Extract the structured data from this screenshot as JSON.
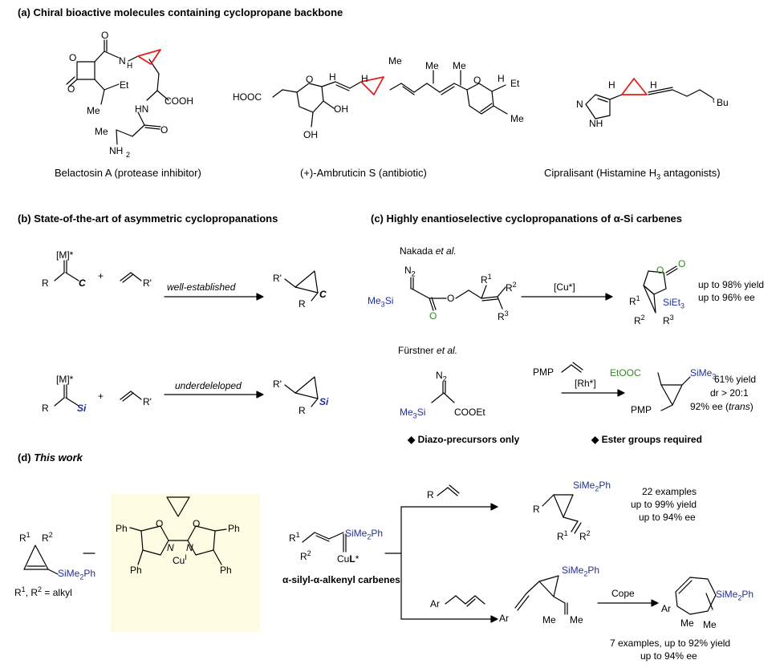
{
  "panel_a": {
    "heading": "(a) Chiral bioactive molecules containing cyclopropane backbone",
    "mol1_caption": "Belactosin A (protease inhibitor)",
    "mol2_caption": "(+)-Ambruticin S (antibiotic)",
    "mol3_caption_pre": "Cipralisant (Histamine H",
    "mol3_caption_sub": "3",
    "mol3_caption_post": " antagonists)",
    "mol1_labels": {
      "o1": "O",
      "o2": "O",
      "o3": "O",
      "o4": "O",
      "nh": "N",
      "h": "H",
      "et": "Et",
      "me": "Me",
      "hn": "HN",
      "cooh": "COOH",
      "me2": "Me",
      "nh2": "NH",
      "two": "2"
    },
    "mol2_labels": {
      "hooc": "HOOC",
      "o1": "O",
      "h1": "H",
      "me": "Me",
      "me2": "Me",
      "me3": "Me",
      "h2": "H",
      "oh1": "OH",
      "oh2": "OH",
      "o2": "O",
      "h3": "H",
      "et": "Et",
      "me4": "Me"
    },
    "mol3_labels": {
      "h1": "H",
      "h2": "H",
      "n1": "N",
      "nh": "NH",
      "tbu_t": "t",
      "tbu": "Bu"
    }
  },
  "panel_b": {
    "heading": "(b) State-of-the-art of asymmetric cyclopropanations",
    "r1_m": "[M]*",
    "r1_r": "R",
    "r1_c": "C",
    "r1_plus": "+",
    "r1_rp": "R'",
    "r1_arrow": "well-established",
    "r1_prod_rp": "R'",
    "r1_prod_r": "R",
    "r1_prod_c": "C",
    "r2_m": "[M]*",
    "r2_r": "R",
    "r2_si": "Si",
    "r2_plus": "+",
    "r2_rp": "R'",
    "r2_arrow": "underdeleloped",
    "r2_prod_rp": "R'",
    "r2_prod_r": "R",
    "r2_prod_si": "Si"
  },
  "panel_c": {
    "heading_pre": "(c) Highly enantioselective cyclopropanations of ",
    "heading_alpha": "α",
    "heading_post": "-Si carbenes",
    "nakada": "Nakada ",
    "nakada_etal": "et al.",
    "n_n2": "N",
    "n_n2_sub": "2",
    "n_me3si": "Me",
    "n_me3si_sub": "3",
    "n_si": "Si",
    "n_o1": "O",
    "n_o2": "O",
    "n_r1": "R",
    "n_r1_sup": "1",
    "n_r2": "R",
    "n_r2_sup": "2",
    "n_r3": "R",
    "n_r3_sup": "3",
    "n_cat": "[Cu*]",
    "n_p_o1": "O",
    "n_p_o2": "O",
    "n_p_r1": "R",
    "n_p_r1_sup": "1",
    "n_p_siet": "SiEt",
    "n_p_siet_sub": "3",
    "n_p_r2": "R",
    "n_p_r2_sup": "2",
    "n_p_r3": "R",
    "n_p_r3_sup": "3",
    "n_yield": "up to 98% yield",
    "n_ee": "up to 96% ee",
    "furstner": "Fürstner ",
    "furstner_etal": "et al.",
    "f_pmp": "PMP",
    "f_cat": "[Rh*]",
    "f_n2": "N",
    "f_n2_sub": "2",
    "f_me3si": "Me",
    "f_me3si_sub": "3",
    "f_si": "Si",
    "f_cooet": "COOEt",
    "f_p_etooc": "EtOOC",
    "f_p_sime": "SiMe",
    "f_p_sime_sub": "3",
    "f_p_pmp": "PMP",
    "f_yield": "61% yield",
    "f_dr": "dr > 20:1",
    "f_ee_pre": "92% ee (",
    "f_ee_trans": "trans",
    "f_ee_post": ")",
    "bullet1": "Diazo-precursors only",
    "bullet2": "Ester groups required"
  },
  "panel_d": {
    "heading_pre": "(d) ",
    "heading_ital": "This work",
    "sm_r1": "R",
    "sm_r1_sup": "1",
    "sm_r2": "R",
    "sm_r2_sup": "2",
    "sm_sime": "SiMe",
    "sm_sime_sub": "2",
    "sm_ph": "Ph",
    "sm_note_a": "R",
    "sm_note_a_sup": "1",
    "sm_note_b": ", R",
    "sm_note_b_sup": "2",
    "sm_note_c": " = alkyl",
    "lig_o1": "O",
    "lig_o2": "O",
    "lig_ph1": "Ph",
    "lig_ph2": "Ph",
    "lig_ph3": "Ph",
    "lig_ph4": "Ph",
    "lig_n1": "N",
    "lig_n2": "N",
    "lig_cu": "Cu",
    "lig_cu_sup": "I",
    "int_r1": "R",
    "int_r1_sup": "1",
    "int_r2": "R",
    "int_r2_sup": "2",
    "int_sime": "SiMe",
    "int_sime_sub": "2",
    "int_ph": "Ph",
    "int_cul": "Cu",
    "int_cul_l": "L",
    "int_cul_star": "*",
    "int_label_a": "α",
    "int_label_b": "-silyl-",
    "int_label_c": "α",
    "int_label_d": "-alkenyl carbenes",
    "top_r": "R",
    "top_p_r": "R",
    "top_p_sime": "SiMe",
    "top_p_sime_sub": "2",
    "top_p_ph": "Ph",
    "top_p_r1": "R",
    "top_p_r1_sup": "1",
    "top_p_r2": "R",
    "top_p_r2_sup": "2",
    "top_examples": "22 examples",
    "top_yield": "up to 99% yield",
    "top_ee": "up to 94% ee",
    "bot_ar": "Ar",
    "bot_p_sime": "SiMe",
    "bot_p_sime_sub": "2",
    "bot_p_ph": "Ph",
    "bot_p_ar": "Ar",
    "bot_p_me1": "Me",
    "bot_p_me2": "Me",
    "cope": "Cope",
    "cope_ar": "Ar",
    "cope_sime": "SiMe",
    "cope_sime_sub": "2",
    "cope_ph": "Ph",
    "cope_me1": "Me",
    "cope_me2": "Me",
    "bot_examples": "7 examples, up to 92% yield",
    "bot_ee": "up to 94% ee"
  },
  "colors": {
    "cyclopropane": "#e0201c",
    "silicon": "#1f2fa0",
    "ester": "#2e8b1e",
    "ligand_bg": "#fdfbe2"
  }
}
